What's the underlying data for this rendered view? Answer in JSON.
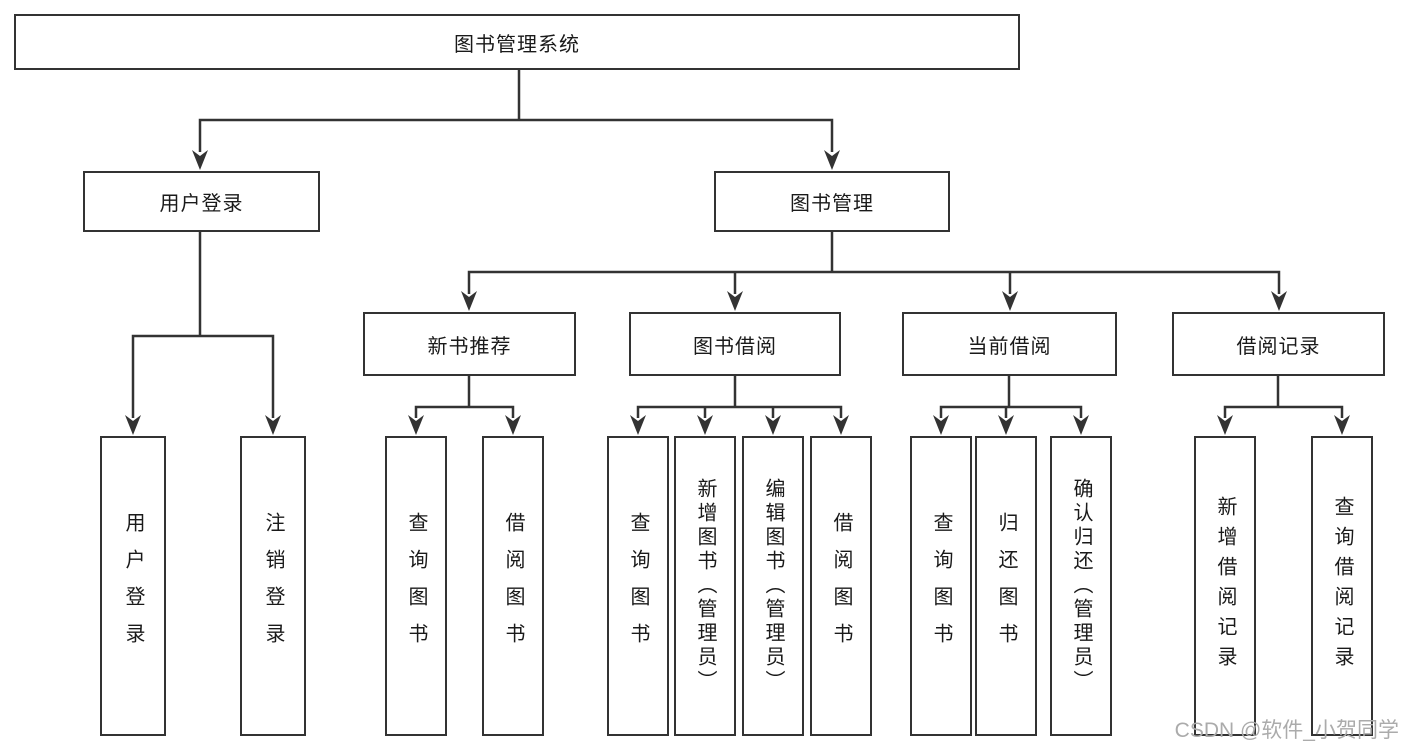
{
  "diagram": {
    "root": {
      "label": "图书管理系统"
    },
    "branches": [
      {
        "label": "用户登录",
        "children": [
          {
            "label": "用户登录"
          },
          {
            "label": "注销登录"
          }
        ]
      },
      {
        "label": "图书管理",
        "children": [
          {
            "label": "新书推荐",
            "children": [
              {
                "label": "查询图书"
              },
              {
                "label": "借阅图书"
              }
            ]
          },
          {
            "label": "图书借阅",
            "children": [
              {
                "label": "查询图书"
              },
              {
                "label": "新增图书（管理员）"
              },
              {
                "label": "编辑图书（管理员）"
              },
              {
                "label": "借阅图书"
              }
            ]
          },
          {
            "label": "当前借阅",
            "children": [
              {
                "label": "查询图书"
              },
              {
                "label": "归还图书"
              },
              {
                "label": "确认归还（管理员）"
              }
            ]
          },
          {
            "label": "借阅记录",
            "children": [
              {
                "label": "新增借阅记录"
              },
              {
                "label": "查询借阅记录"
              }
            ]
          }
        ]
      }
    ]
  },
  "watermark": {
    "text": "CSDN @软件_小贺同学"
  },
  "colors": {
    "line": "#333333",
    "box_border": "#333333",
    "text": "#1a1a1a",
    "watermark": "#ababab",
    "background": "#ffffff"
  }
}
